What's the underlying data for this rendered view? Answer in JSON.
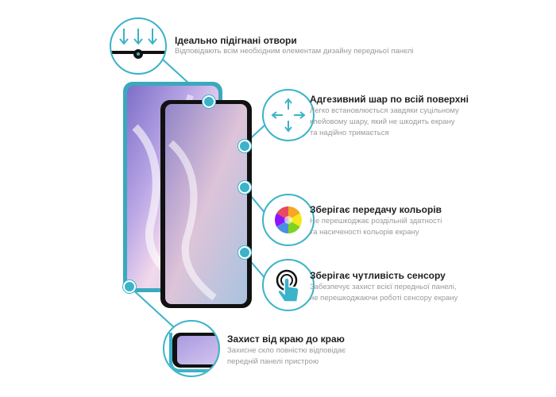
{
  "colors": {
    "accent": "#3bb3c9",
    "title_text": "#1f1f1f",
    "desc_text": "#9a9a9a",
    "phone_frame": "#111111"
  },
  "features": [
    {
      "icon": "arrows-down-notch-icon",
      "title": "Ідеально підігнані отвори",
      "desc_lines": [
        "Відповідають всім необхідним елементам дизайну передньої панелі"
      ]
    },
    {
      "icon": "expand-arrows-icon",
      "title": "Адгезивний шар по всій поверхні",
      "desc_lines": [
        "Легко встановлюється завдяки суцільному",
        "клейовому шару, який не шкодить екрану",
        "та надійно тримається"
      ]
    },
    {
      "icon": "color-wheel-icon",
      "title": "Зберігає передачу кольорів",
      "desc_lines": [
        "Не перешкоджає роздільній здатності",
        "та насиченості кольорів екрану"
      ]
    },
    {
      "icon": "touch-finger-icon",
      "title": "Зберігає чутливість сенсору",
      "desc_lines": [
        "Забезпечує захист всієї передньої панелі,",
        "не перешкоджаючи роботі сенсору екрану"
      ]
    },
    {
      "icon": "edge-corner-icon",
      "title": "Захист від краю до краю",
      "desc_lines": [
        "Захисне скло повністю відповідає",
        "передній панелі пристрою"
      ]
    }
  ]
}
